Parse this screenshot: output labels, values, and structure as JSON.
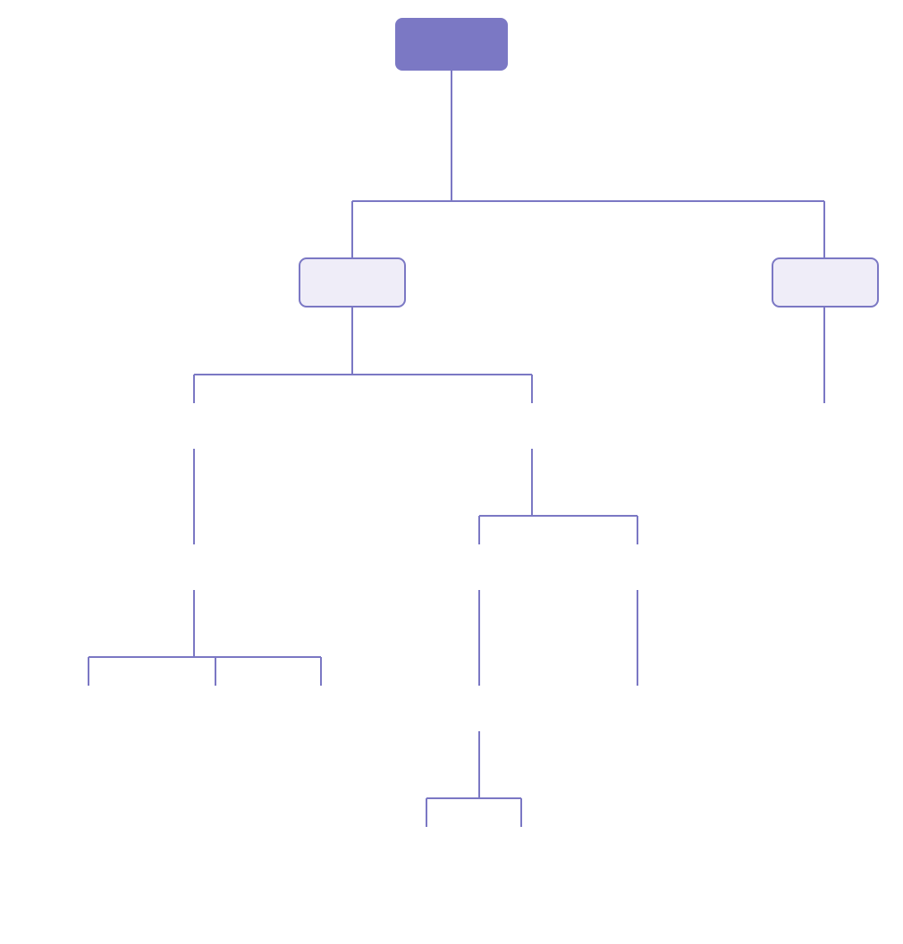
{
  "colors": {
    "background": "#ffffff",
    "line": "#7b78c4",
    "root_fill": "#7b78c4",
    "node_fill": "#efedf8",
    "node_stroke": "#7b78c4"
  },
  "diagram": {
    "type": "tree",
    "nodes": [
      {
        "id": "root",
        "label": "",
        "style": "filled"
      },
      {
        "id": "node-left",
        "label": "",
        "style": "light"
      },
      {
        "id": "node-right",
        "label": "",
        "style": "light"
      }
    ]
  }
}
